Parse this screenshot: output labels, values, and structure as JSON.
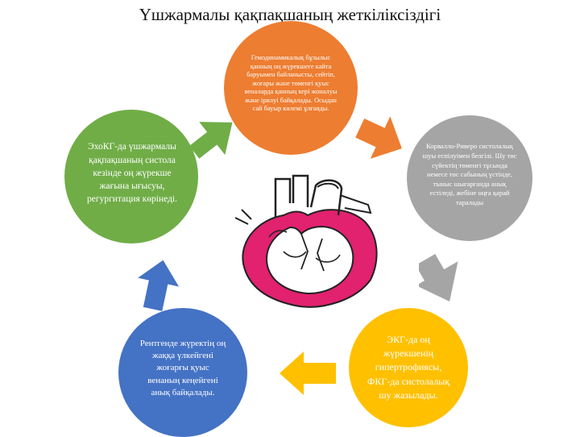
{
  "title": "Үшжармалы қақпақшаның жеткіліксіздігі",
  "circles": {
    "orange": "Гемодинамикалық бұзылыс қанның оң жүрекшеге кайта баруымен байланысты, сейтіп, жоғары және төменгі қуыс веналарда қанның кері жоналуы және ірилуі байқалады. Осыдан сай бауыр көлемі ұлғаяды.",
    "gray": "Корвалло-Риверо систолалық шуы еспілуімен белгілі. Шу төс сүйектің төменгі тұсында немесе төс сабының үстінде, тыныс шығарғанда анық естіледі, жебіне оңға қарай таралады",
    "yellow": "ЭКГ-да оң жүрекшенің гипертрофиясы, ФКГ-да систолалық шу жазылады.",
    "blue": "Рентгенде жүректің оң жаққа үлкейгені жоғарғы қуыс венаның кеңейгені анық байқалады.",
    "green": "ЭхоКГ-да үшжармалы қақпақшаның систола кезінде оң жүрекше жағына ығысуы, регургитация көрінеді."
  },
  "colors": {
    "orange": "#ed7d31",
    "gray": "#a5a5a5",
    "yellow": "#ffc000",
    "blue": "#4472c4",
    "green": "#70ad47",
    "myocardium": "#e2216f"
  }
}
